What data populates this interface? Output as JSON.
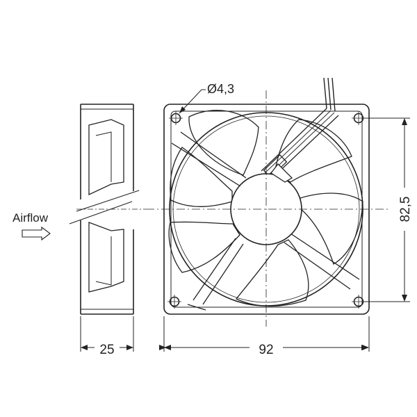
{
  "labels": {
    "hole_diameter": "Ø4,3",
    "hole_spacing": "82,5",
    "depth": "25",
    "width": "92",
    "airflow": "Airflow"
  },
  "colors": {
    "line": "#222222",
    "background": "#ffffff"
  }
}
